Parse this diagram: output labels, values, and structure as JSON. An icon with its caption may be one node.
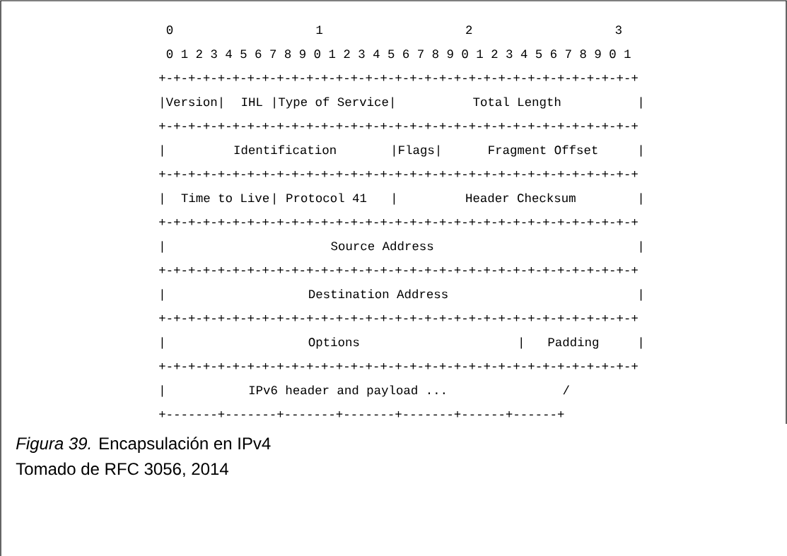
{
  "diagram": {
    "caption": "*Figura 39.* Encapsulación en IPv4",
    "labels": [
      "0",
      "1",
      "2",
      "3",
      "0 1 2 3 4 5 6 7 8 9 0 1 2 3 4 5 6 7 8 9 0 1 2 3 4 5 6 7 8 9 0 1",
      "+-+-+-+-+-+-+-+-+-+-+-+-+-+-+-+-+-+-+-+-+-+-+-+-+-+-+-+-+-+-+-+-+",
      "|Version|",
      "IHL",
      "|Type of Service|",
      "Total Length",
      "|",
      "+-+-+-+-+-+-+-+-+-+-+-+-+-+-+-+-+-+-+-+-+-+-+-+-+-+-+-+-+-+-+-+-+",
      "|",
      "Identification",
      "|Flags|",
      "Fragment Offset",
      "|",
      "+-+-+-+-+-+-+-+-+-+-+-+-+-+-+-+-+-+-+-+-+-+-+-+-+-+-+-+-+-+-+-+-+",
      "|",
      "Time to Live",
      "|",
      "Protocol 41",
      "|",
      "Header Checksum",
      "|",
      "+-+-+-+-+-+-+-+-+-+-+-+-+-+-+-+-+-+-+-+-+-+-+-+-+-+-+-+-+-+-+-+-+",
      "|",
      "Source Address",
      "|",
      "+-+-+-+-+-+-+-+-+-+-+-+-+-+-+-+-+-+-+-+-+-+-+-+-+-+-+-+-+-+-+-+-+",
      "|",
      "Destination Address",
      "|",
      "+-+-+-+-+-+-+-+-+-+-+-+-+-+-+-+-+-+-+-+-+-+-+-+-+-+-+-+-+-+-+-+-+",
      "|",
      "Options",
      "|",
      "Padding",
      "|",
      "+-+-+-+-+-+-+-+-+-+-+-+-+-+-+-+-+-+-+-+-+-+-+-+-+-+-+-+-+-+-+-+-+",
      "|",
      "IPv6 header and payload ...",
      "/",
      "+-------+-------+-------+-------+-------+------+------+",
      "Tomado de RFC 3056, 2014"
    ]
  }
}
